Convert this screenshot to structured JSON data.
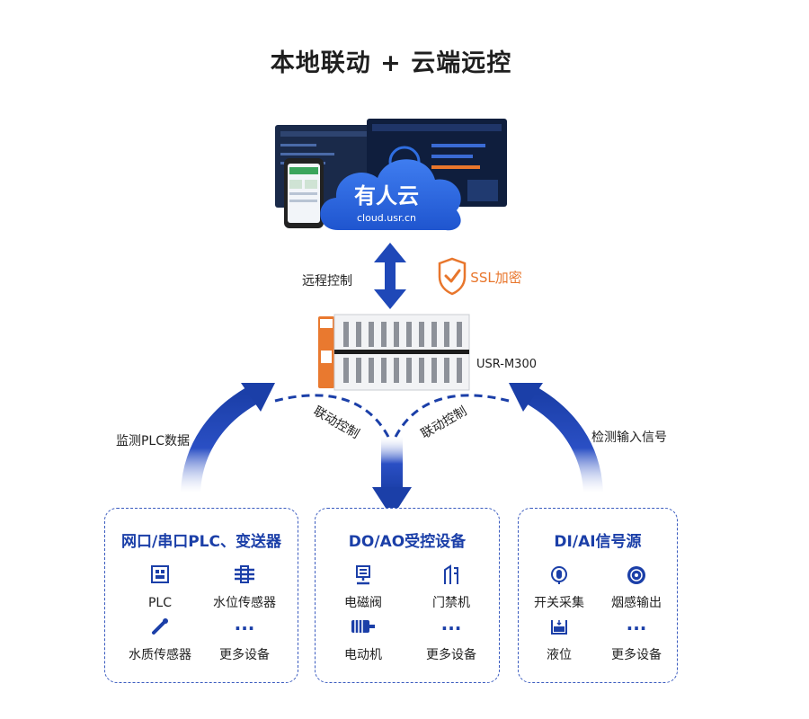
{
  "title": "本地联动 + 云端远控",
  "cloud": {
    "name": "有人云",
    "url": "cloud.usr.cn"
  },
  "labels": {
    "remote_control": "远程控制",
    "ssl": "SSL加密",
    "device": "USR-M300",
    "monitor_plc": "监测PLC数据",
    "linkage_left": "联动控制",
    "linkage_right": "联动控制",
    "detect_input": "检测输入信号"
  },
  "panels": [
    {
      "title": "网口/串口PLC、变送器",
      "items": [
        {
          "label": "PLC",
          "icon": "plc-icon"
        },
        {
          "label": "水位传感器",
          "icon": "water-level-icon"
        },
        {
          "label": "水质传感器",
          "icon": "water-quality-icon"
        },
        {
          "label": "更多设备",
          "icon": "more-icon"
        }
      ]
    },
    {
      "title": "DO/AO受控设备",
      "items": [
        {
          "label": "电磁阀",
          "icon": "valve-icon"
        },
        {
          "label": "门禁机",
          "icon": "door-access-icon"
        },
        {
          "label": "电动机",
          "icon": "motor-icon"
        },
        {
          "label": "更多设备",
          "icon": "more-icon"
        }
      ]
    },
    {
      "title": "DI/AI信号源",
      "items": [
        {
          "label": "开关采集",
          "icon": "switch-icon"
        },
        {
          "label": "烟感输出",
          "icon": "smoke-icon"
        },
        {
          "label": "液位",
          "icon": "liquid-level-icon"
        },
        {
          "label": "更多设备",
          "icon": "more-icon"
        }
      ]
    }
  ],
  "colors": {
    "primary_blue": "#1b3fa8",
    "accent_orange": "#e8762c"
  }
}
